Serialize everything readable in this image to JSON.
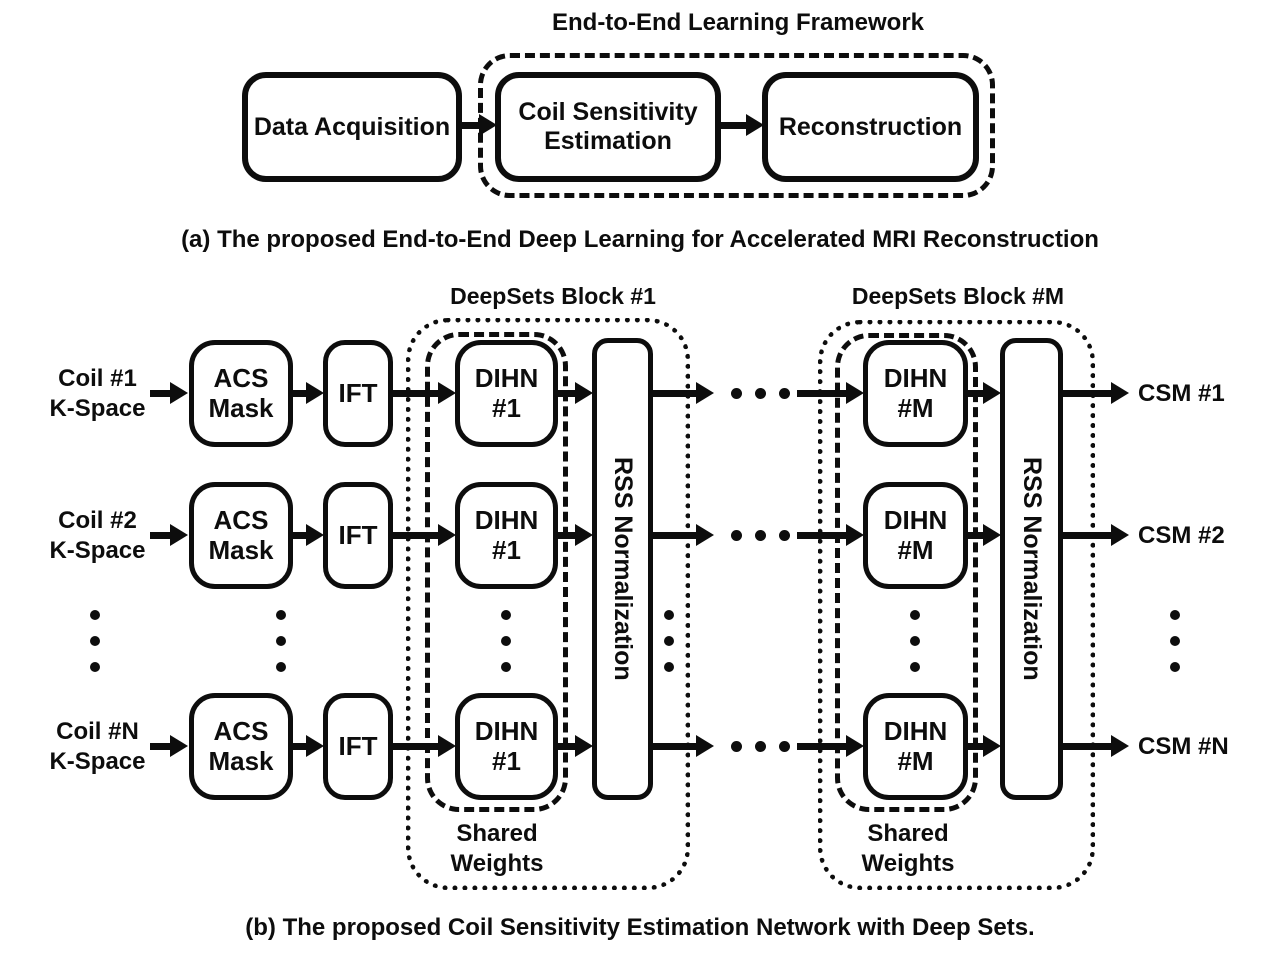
{
  "colors": {
    "ink": "#0d0d0d",
    "background": "#ffffff"
  },
  "panel_a": {
    "framework_title": "End-to-End Learning Framework",
    "data_acquisition_label": "Data Acquisition",
    "coil_sensitivity_label": "Coil Sensitivity\nEstimation",
    "reconstruction_label": "Reconstruction",
    "caption": "(a) The proposed End-to-End Deep Learning for Accelerated MRI Reconstruction"
  },
  "panel_b": {
    "block1_title": "DeepSets Block #1",
    "blockM_title": "DeepSets Block #M",
    "rss_normalization_label": "RSS Normalization",
    "shared_weights_label": "Shared\nWeights",
    "rows": [
      {
        "input_label": "Coil #1\nK-Space",
        "acs_mask_label": "ACS\nMask",
        "ift_label": "IFT",
        "dihn_block1_label": "DIHN\n#1",
        "dihn_blockM_label": "DIHN\n#M",
        "output_label": "CSM #1"
      },
      {
        "input_label": "Coil #2\nK-Space",
        "acs_mask_label": "ACS\nMask",
        "ift_label": "IFT",
        "dihn_block1_label": "DIHN\n#1",
        "dihn_blockM_label": "DIHN\n#M",
        "output_label": "CSM #2"
      },
      {
        "input_label": "Coil #N\nK-Space",
        "acs_mask_label": "ACS\nMask",
        "ift_label": "IFT",
        "dihn_block1_label": "DIHN\n#1",
        "dihn_blockM_label": "DIHN\n#M",
        "output_label": "CSM #N"
      }
    ],
    "caption": "(b) The proposed Coil Sensitivity Estimation Network with Deep Sets."
  }
}
